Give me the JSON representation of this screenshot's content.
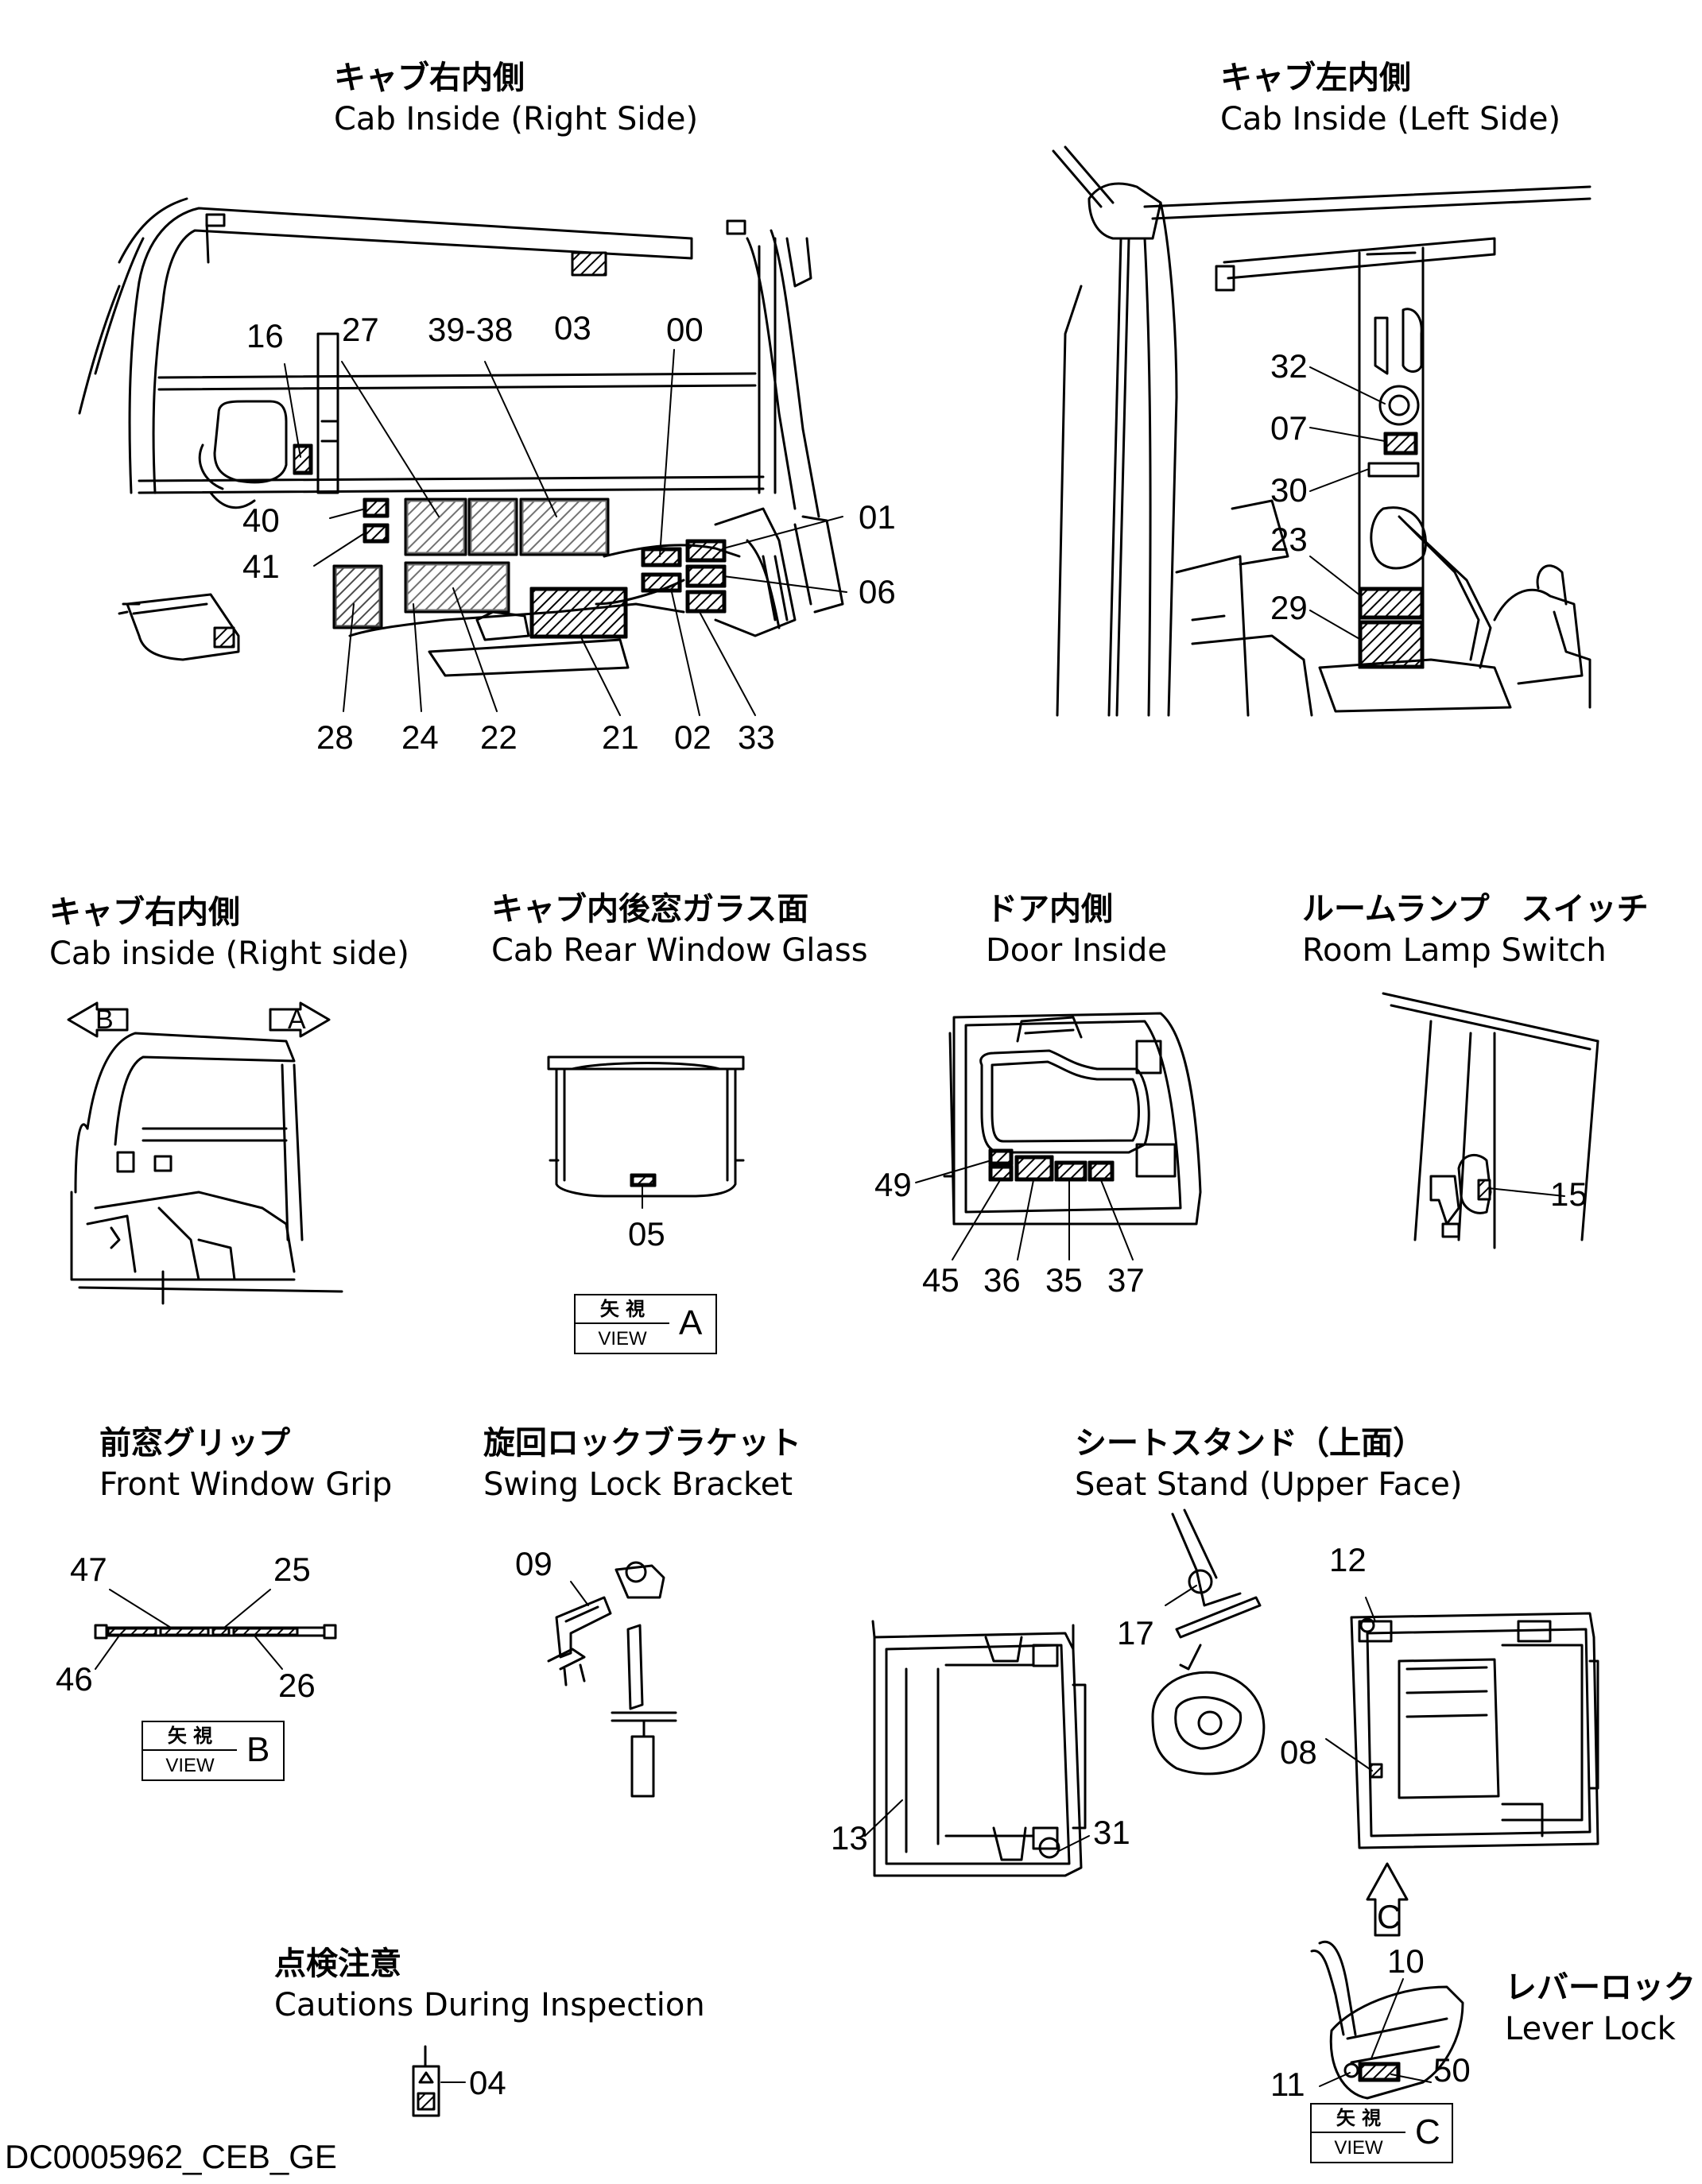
{
  "sections": {
    "cab_right_top": {
      "jp": "キャブ右内側",
      "en": "Cab Inside (Right Side)"
    },
    "cab_left_top": {
      "jp": "キャブ左内側",
      "en": "Cab Inside (Left Side)"
    },
    "cab_right_mid": {
      "jp": "キャブ右内側",
      "en": "Cab inside (Right side)"
    },
    "rear_window": {
      "jp": "キャブ内後窓ガラス面",
      "en": "Cab Rear Window Glass"
    },
    "door_inside": {
      "jp": "ドア内側",
      "en": "Door Inside"
    },
    "room_lamp": {
      "jp": "ルームランプ　スイッチ",
      "en": "Room Lamp Switch"
    },
    "front_grip": {
      "jp": "前窓グリップ",
      "en": "Front Window Grip"
    },
    "swing_lock": {
      "jp": "旋回ロックブラケット",
      "en": "Swing Lock Bracket"
    },
    "seat_stand": {
      "jp": "シートスタンド（上面）",
      "en": "Seat Stand (Upper Face)"
    },
    "inspection": {
      "jp": "点検注意",
      "en": "Cautions During Inspection"
    },
    "lever_lock": {
      "jp": "レバーロック",
      "en": "Lever Lock"
    }
  },
  "callouts": {
    "cab_right_top": [
      "16",
      "27",
      "39-38",
      "03",
      "00",
      "01",
      "06",
      "40",
      "41",
      "28",
      "24",
      "22",
      "21",
      "02",
      "33"
    ],
    "cab_left_top": [
      "32",
      "07",
      "30",
      "23",
      "29"
    ],
    "rear_window": [
      "05"
    ],
    "door_inside": [
      "49",
      "45",
      "36",
      "35",
      "37"
    ],
    "room_lamp": [
      "15"
    ],
    "front_grip": [
      "47",
      "25",
      "46",
      "26"
    ],
    "swing_lock": [
      "09"
    ],
    "seat_stand": [
      "17",
      "12",
      "08",
      "13",
      "31"
    ],
    "inspection": [
      "04"
    ],
    "lever_lock": [
      "10",
      "11",
      "50"
    ]
  },
  "view_markers": {
    "jp": "矢 視",
    "en": "VIEW",
    "a": "A",
    "b": "B",
    "c": "C"
  },
  "arrow_labels": {
    "b": "B",
    "a": "A",
    "c": "C"
  },
  "drawing_number": "DC0005962_CEB_GE",
  "colors": {
    "ink": "#000000",
    "paper": "#ffffff",
    "hatch": "#000000"
  }
}
